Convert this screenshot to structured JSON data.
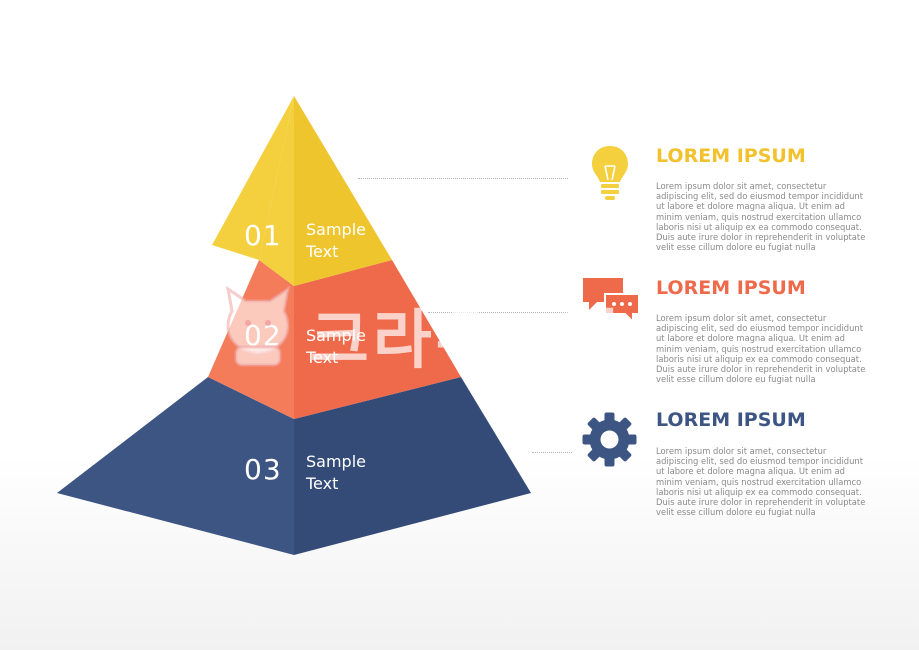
{
  "colors": {
    "yellow": "#f4d03f",
    "yellow_dark": "#ecc42b",
    "orange": "#f47c5b",
    "orange_dark": "#ef6a4b",
    "navy": "#3d5583",
    "navy_dark": "#324873",
    "connector": "#b5b5b5",
    "body_text": "#8a8a8a"
  },
  "tiers": [
    {
      "number": "01",
      "label": "Sample\nText",
      "color_key": "yellow"
    },
    {
      "number": "02",
      "label": "Sample\nText",
      "color_key": "orange"
    },
    {
      "number": "03",
      "label": "Sample\nText",
      "color_key": "navy"
    }
  ],
  "items": [
    {
      "icon": "lightbulb-icon",
      "title": "LOREM IPSUM",
      "title_color": "#f2c12e",
      "body": "Lorem ipsum dolor sit amet, consectetur adipiscing elit, sed do eiusmod tempor incididunt ut labore et dolore magna aliqua. Ut enim ad minim veniam, quis nostrud exercitation ullamco laboris nisi ut aliquip ex ea commodo consequat. Duis aute irure dolor in reprehenderit in voluptate velit esse cillum dolore eu fugiat nulla"
    },
    {
      "icon": "chat-bubbles-icon",
      "title": "LOREM IPSUM",
      "title_color": "#ef6a4b",
      "body": "Lorem ipsum dolor sit amet, consectetur adipiscing elit, sed do eiusmod tempor incididunt ut labore et dolore magna aliqua. Ut enim ad minim veniam, quis nostrud exercitation ullamco laboris nisi ut aliquip ex ea commodo consequat. Duis aute irure dolor in reprehenderit in voluptate velit esse cillum dolore eu fugiat nulla"
    },
    {
      "icon": "gear-icon",
      "title": "LOREM IPSUM",
      "title_color": "#3d5583",
      "body": "Lorem ipsum dolor sit amet, consectetur adipiscing elit, sed do eiusmod tempor incididunt ut labore et dolore magna aliqua. Ut enim ad minim veniam, quis nostrud exercitation ullamco laboris nisi ut aliquip ex ea commodo consequat. Duis aute irure dolor in reprehenderit in voluptate velit esse cillum dolore eu fugiat nulla"
    }
  ],
  "watermark": {
    "text": "크라우드픽"
  }
}
